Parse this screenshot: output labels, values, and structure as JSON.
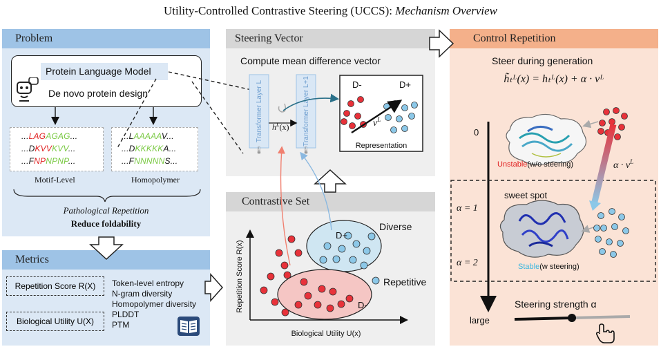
{
  "title": {
    "main": "Utility-Controlled Contrastive Steering (UCCS): ",
    "italic": "Mechanism Overview"
  },
  "problem": {
    "header": "Problem",
    "model": "Protein Language Model",
    "task": "De novo protein design",
    "motif_label": "Motif-Level",
    "homo_label": "Homopolymer",
    "motif_seqs": [
      [
        {
          "t": "...",
          "c": "k"
        },
        {
          "t": "LAG",
          "c": "r"
        },
        {
          "t": "AGAG",
          "c": "g"
        },
        {
          "t": "...",
          "c": "k"
        }
      ],
      [
        {
          "t": "...D",
          "c": "k"
        },
        {
          "t": "KVV",
          "c": "r"
        },
        {
          "t": "KVV",
          "c": "g"
        },
        {
          "t": "...",
          "c": "k"
        }
      ],
      [
        {
          "t": "...F",
          "c": "k"
        },
        {
          "t": "NP",
          "c": "r"
        },
        {
          "t": "NPNP",
          "c": "g"
        },
        {
          "t": "...",
          "c": "k"
        }
      ]
    ],
    "homo_seqs": [
      [
        {
          "t": "...L",
          "c": "k"
        },
        {
          "t": "AAAAA",
          "c": "g"
        },
        {
          "t": "V...",
          "c": "k"
        }
      ],
      [
        {
          "t": "...D",
          "c": "k"
        },
        {
          "t": "KKKKK",
          "c": "g"
        },
        {
          "t": "A...",
          "c": "k"
        }
      ],
      [
        {
          "t": "...F",
          "c": "k"
        },
        {
          "t": "NNNNN",
          "c": "g"
        },
        {
          "t": "S...",
          "c": "k"
        }
      ]
    ],
    "pathological": "Pathological Repetition",
    "reduce": "Reduce foldability"
  },
  "metrics": {
    "header": "Metrics",
    "rep_box": "Repetition Score R(X)",
    "bio_box": "Biological Utility U(X)",
    "items": [
      "Token-level entropy",
      "N-gram diversity",
      "Homopolymer diversity",
      "PLDDT",
      "PTM"
    ]
  },
  "steering": {
    "header": "Steering Vector",
    "subtitle": "Compute mean difference vector",
    "layer_l": "Transformer Layer L",
    "layer_l1": "Transformer Layer L+1",
    "hidden": "h",
    "hidden_sup": "L",
    "hidden_arg": "(x)",
    "d_minus": "D-",
    "d_plus": "D+",
    "vec": "v",
    "vec_sup": "L",
    "representation": "Representation"
  },
  "contrastive": {
    "header": "Contrastive Set",
    "diverse": "Diverse",
    "repetitive": "Repetitive",
    "d_plus": "D+",
    "d_minus": "D-",
    "xlabel": "Biological Utility U(x)",
    "ylabel": "Repetition Score R(x)"
  },
  "control": {
    "header": "Control Repetition",
    "steer": "Steer during generation",
    "unstable": "Unstable",
    "unstable_rest": "(w/o steering)",
    "stable": "Stable",
    "stable_rest": "(w steering)",
    "sweet": "sweet spot",
    "alpha_vec": "α · v",
    "alpha_sup": "L",
    "tick0": "0",
    "alpha1": "α = 1",
    "alpha2": "α = 2",
    "large": "large",
    "strength": "Steering strength α"
  },
  "colors": {
    "red": "#e8323a",
    "blue": "#8cc8e8",
    "panel_blue": "#dce8f5",
    "header_blue": "#9ec3e6",
    "panel_gray": "#efefef",
    "header_gray": "#d6d6d6",
    "panel_peach": "#fbe3d6",
    "header_peach": "#f4b08a"
  }
}
